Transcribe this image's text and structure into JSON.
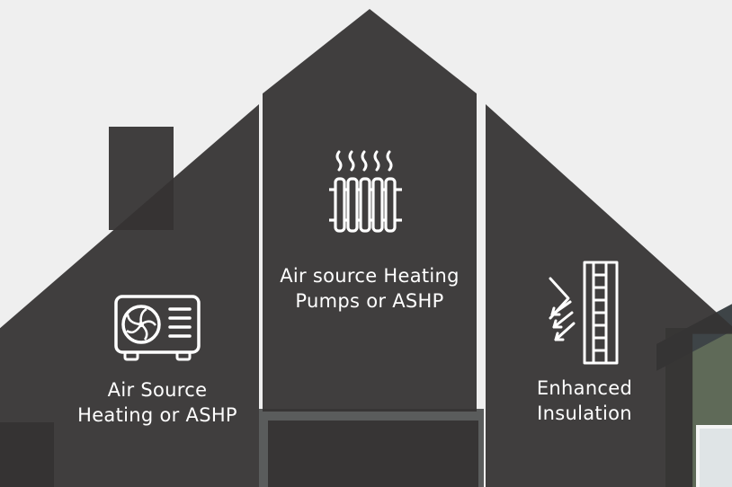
{
  "tiles": {
    "left": {
      "label_line1": "Air Source",
      "label_line2": "Heating or ASHP",
      "icon": "heat-pump-unit-icon"
    },
    "center": {
      "label_line1": "Air source Heating",
      "label_line2": "Pumps or ASHP",
      "icon": "radiator-heat-icon"
    },
    "right": {
      "label_line1": "Enhanced",
      "label_line2": "Insulation",
      "icon": "insulation-wall-icon"
    }
  },
  "colors": {
    "panel": "#353333",
    "background": "#efefef",
    "text": "#ffffff"
  }
}
